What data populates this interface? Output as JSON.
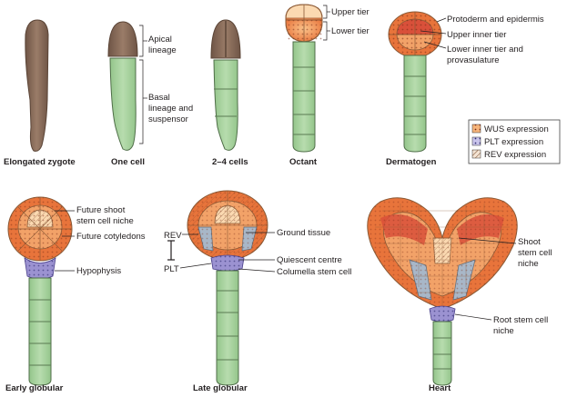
{
  "colors": {
    "zygote_brown": "#8c6e5b",
    "suspensor_green": "#a9d4a0",
    "orange_dark": "#e8743b",
    "orange_light": "#f6b47a",
    "peach": "#fbd9b1",
    "purple_plt": "#9b92d1",
    "blue_rev": "#a8b7c8",
    "wus_red": "#d9503a",
    "outline_green": "#4f6e48"
  },
  "stages": {
    "s1": "Elongated zygote",
    "s2": "One cell",
    "s3": "2–4 cells",
    "s4": "Octant",
    "s5": "Dermatogen",
    "s6": "Early globular",
    "s7": "Late globular",
    "s8": "Heart"
  },
  "labels": {
    "apical": [
      "Apical",
      "lineage"
    ],
    "basal": [
      "Basal",
      "lineage and",
      "suspensor"
    ],
    "upper_tier": "Upper tier",
    "lower_tier": "Lower tier",
    "protoderm": "Protoderm and epidermis",
    "upper_inner": "Upper inner tier",
    "lower_inner": [
      "Lower inner tier and",
      "provasulature"
    ],
    "future_shoot": [
      "Future shoot",
      "stem cell niche"
    ],
    "future_cotyledons": "Future cotyledons",
    "hypophysis": "Hypophysis",
    "rev": "REV",
    "plt": "PLT",
    "ground_tissue": "Ground tissue",
    "quiescent": "Quiescent centre",
    "columella": "Columella stem cell",
    "shoot_niche": [
      "Shoot",
      "stem cell",
      "niche"
    ],
    "root_niche": [
      "Root stem cell",
      "niche"
    ]
  },
  "legend": {
    "items": [
      {
        "label": "WUS expression",
        "swatch": "wus"
      },
      {
        "label": "PLT expression",
        "swatch": "plt"
      },
      {
        "label": "REV expression",
        "swatch": "rev"
      }
    ]
  }
}
